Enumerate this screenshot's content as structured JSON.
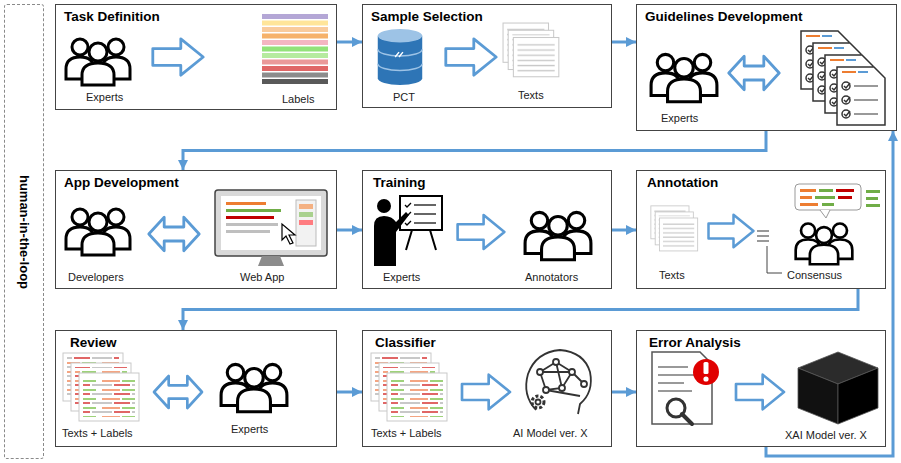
{
  "diagram": {
    "nodes": [
      {
        "text": [
          "human-in-the-loop"
        ]
      },
      {
        "text": [
          "Task Definition",
          "Experts",
          "Labels"
        ]
      },
      {
        "text": [
          "Sample Selection",
          "PCT",
          "Texts"
        ]
      },
      {
        "text": [
          "Guidelines Development",
          "Experts"
        ]
      },
      {
        "text": [
          "App Development",
          "Developers",
          "Web App"
        ]
      },
      {
        "text": [
          "Training",
          "Experts",
          "Annotators"
        ]
      },
      {
        "text": [
          "Annotation",
          "Texts",
          "Consensus"
        ]
      },
      {
        "text": [
          "Review",
          "Texts + Labels",
          "Experts"
        ]
      },
      {
        "text": [
          "Classifier",
          "Texts + Labels",
          "AI Model ver. X"
        ]
      },
      {
        "text": [
          "Error Analysis",
          "XAI Model ver. X"
        ]
      }
    ],
    "edges": [
      {
        "from": 1,
        "to": 2,
        "arrow": "to"
      },
      {
        "from": 2,
        "to": 3,
        "arrow": "to"
      },
      {
        "from": 3,
        "to": 4,
        "arrow": "to"
      },
      {
        "from": 4,
        "to": 5,
        "arrow": "to"
      },
      {
        "from": 5,
        "to": 6,
        "arrow": "to"
      },
      {
        "from": 6,
        "to": 7,
        "arrow": "to"
      },
      {
        "from": 7,
        "to": 8,
        "arrow": "to"
      },
      {
        "from": 8,
        "to": 9,
        "arrow": "to"
      },
      {
        "from": 9,
        "to": 3,
        "arrow": "to"
      }
    ]
  }
}
